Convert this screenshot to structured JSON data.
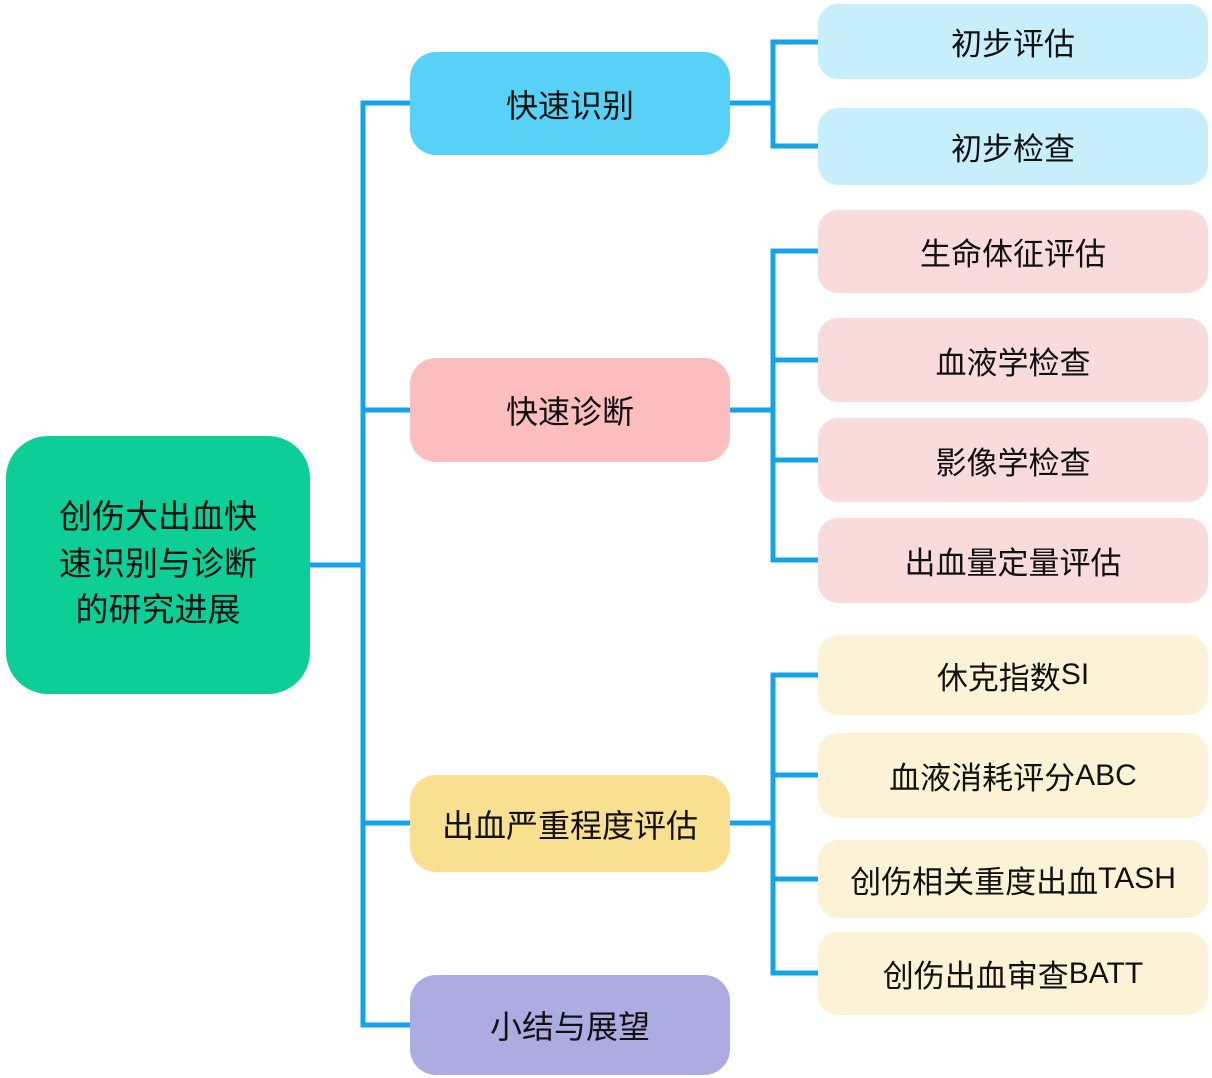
{
  "diagram": {
    "root": {
      "label": "创伤大出血快速识别与诊断的研究进展"
    },
    "branches": [
      {
        "label": "快速识别",
        "children": [
          {
            "zh": "初步评估",
            "en": ""
          },
          {
            "zh": "初步检查",
            "en": ""
          }
        ]
      },
      {
        "label": "快速诊断",
        "children": [
          {
            "zh": "生命体征评估",
            "en": ""
          },
          {
            "zh": "血液学检查",
            "en": ""
          },
          {
            "zh": "影像学检查",
            "en": ""
          },
          {
            "zh": "出血量定量评估",
            "en": ""
          }
        ]
      },
      {
        "label": "出血严重程度评估",
        "children": [
          {
            "zh": "休克指数",
            "en": "SI"
          },
          {
            "zh": "血液消耗评分",
            "en": "ABC"
          },
          {
            "zh": "创伤相关重度出血",
            "en": "TASH"
          },
          {
            "zh": "创伤出血审查",
            "en": "BATT"
          }
        ]
      },
      {
        "label": "小结与展望",
        "children": []
      }
    ],
    "colors": {
      "connector": "#13a3e6",
      "root_bg": "#0dce97",
      "branch_rapid_identification_bg": "#57d2f6",
      "branch_rapid_identification_child_bg": "#c7effb",
      "branch_rapid_diagnosis_bg": "#fbbdbd",
      "branch_rapid_diagnosis_child_bg": "#f9dbdb",
      "branch_bleeding_severity_bg": "#f9e091",
      "branch_bleeding_severity_child_bg": "#fcf3d7",
      "branch_summary_outlook_bg": "#acace3",
      "text": "#111111",
      "background": "#ffffff"
    }
  }
}
